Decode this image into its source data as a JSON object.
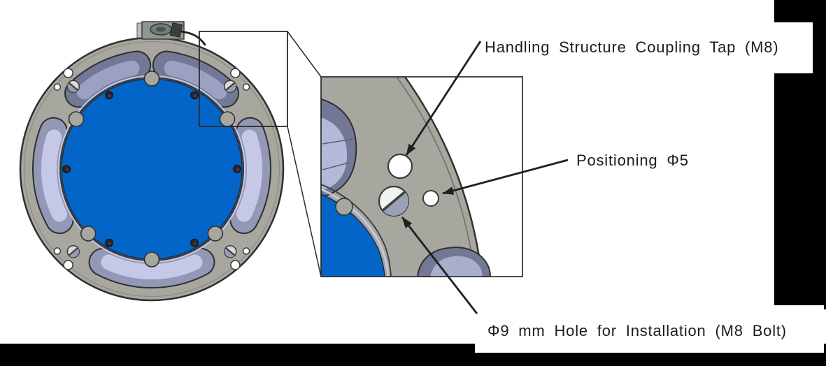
{
  "annotations": {
    "tap_label": "Handling Structure Coupling Tap (M8)",
    "positioning_label": "Positioning Φ5",
    "installation_label": "Φ9 mm Hole for Installation (M8 Bolt)"
  },
  "colors": {
    "background": "#ffffff",
    "frame_black": "#000000",
    "disk_blue": "#0465c8",
    "ring_gray": "#a7a79f",
    "slot_lavender": "#c5c8e6",
    "slot_mid": "#9298b6",
    "slot_dark": "#737896",
    "slot_dark_inner": "#9ca1c2",
    "line_black": "#1f1f1f",
    "hole_outline": "#3a3a3a"
  }
}
